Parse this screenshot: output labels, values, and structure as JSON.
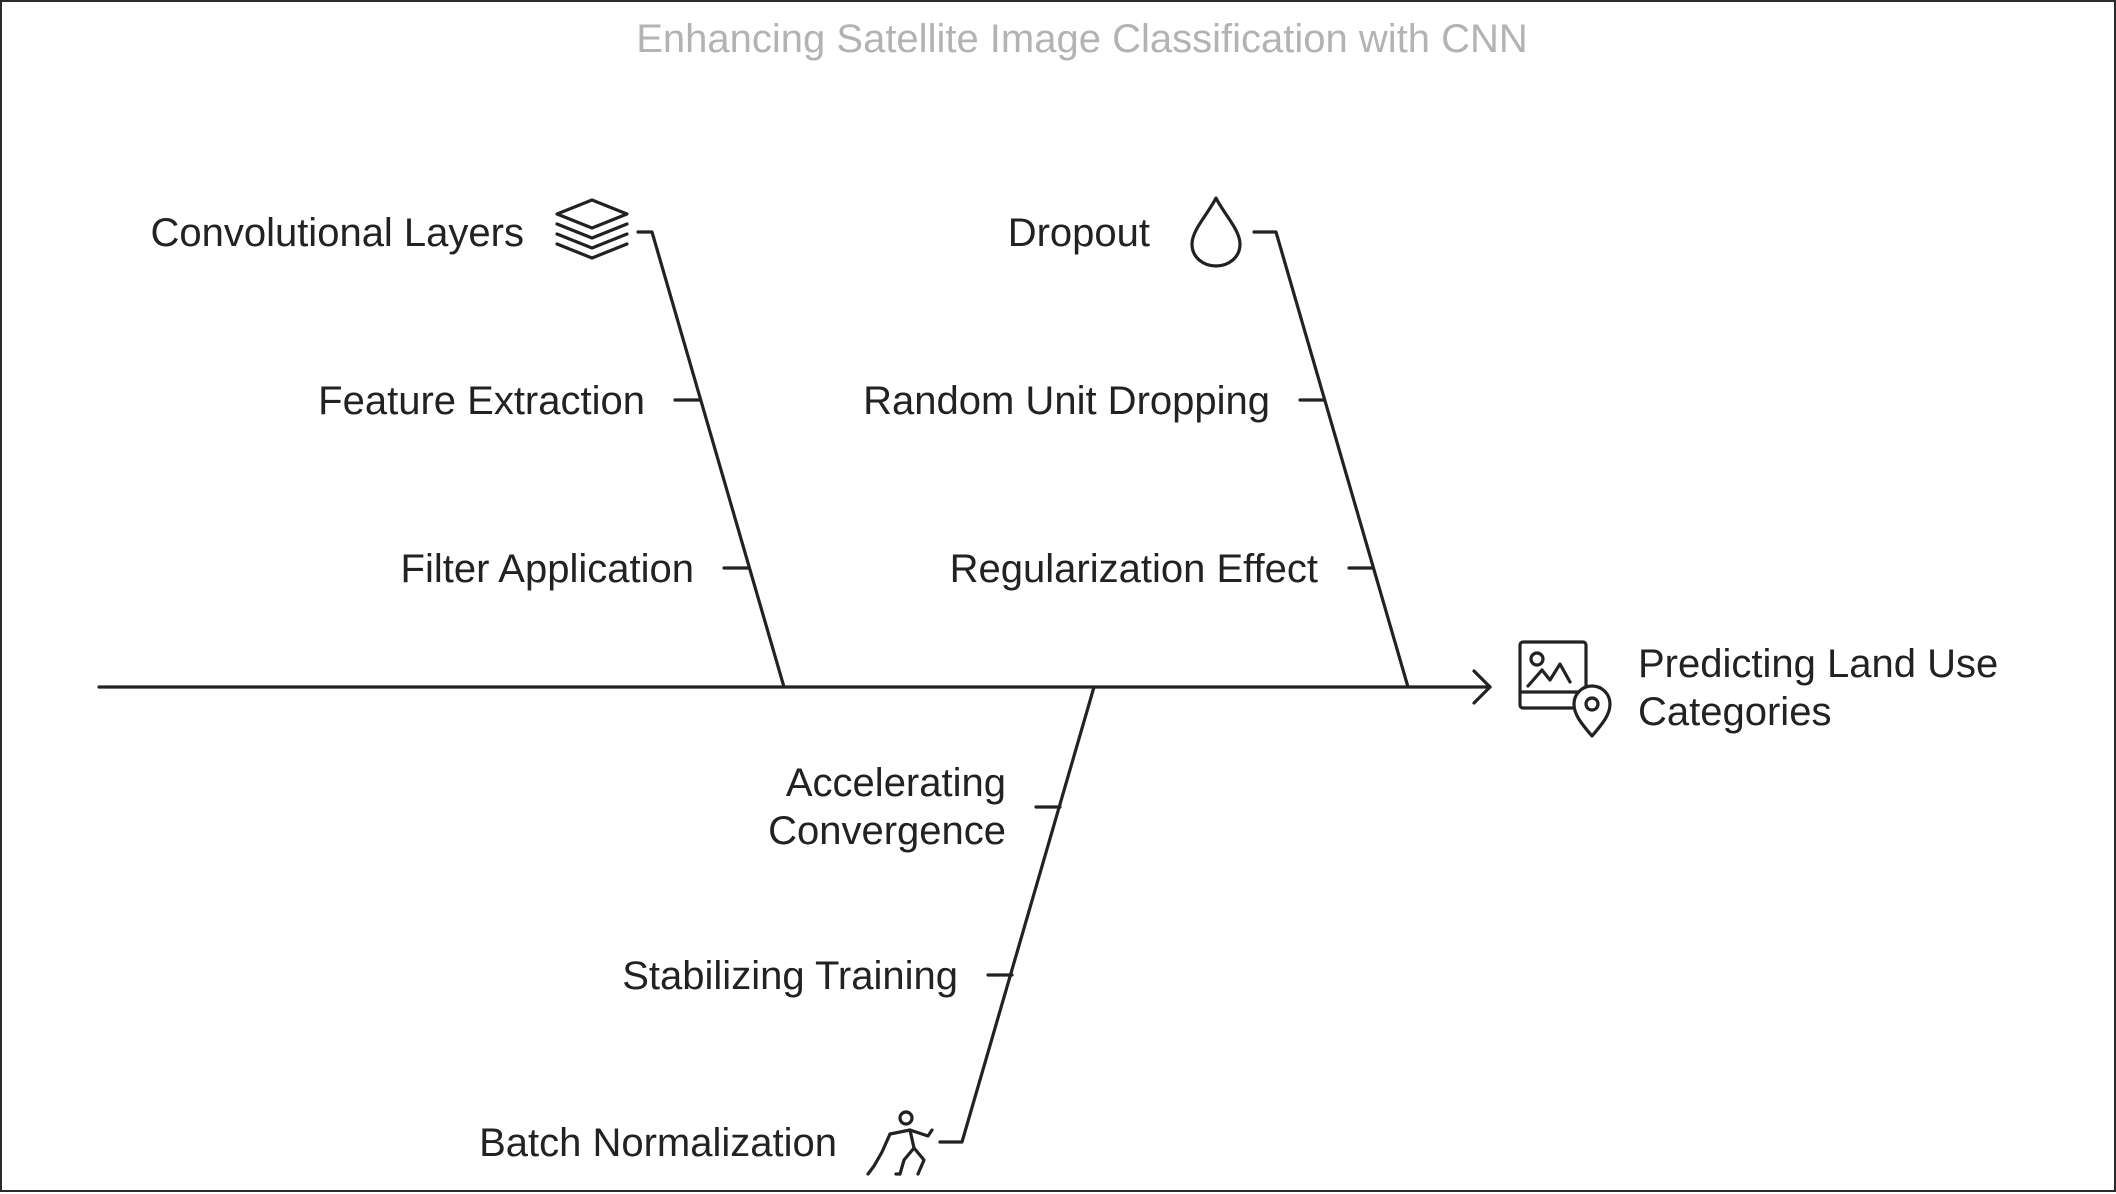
{
  "title": "Enhancing Satellite Image Classification with CNN",
  "head": {
    "label_lines": [
      "Predicting Land Use",
      "Categories"
    ],
    "icon": "image-location-icon"
  },
  "categories": [
    {
      "label": "Convolutional Layers",
      "icon": "layers-icon",
      "causes": [
        "Feature Extraction",
        "Filter Application"
      ]
    },
    {
      "label": "Dropout",
      "icon": "droplet-icon",
      "causes": [
        "Random Unit Dropping",
        "Regularization Effect"
      ]
    },
    {
      "label": "Batch Normalization",
      "icon": "running-person-icon",
      "causes": [
        "Accelerating Convergence",
        "Stabilizing Training"
      ]
    }
  ],
  "colors": {
    "line": "#222222",
    "title": "#b3b3b3",
    "text": "#222222",
    "border": "#2b2b2b"
  }
}
